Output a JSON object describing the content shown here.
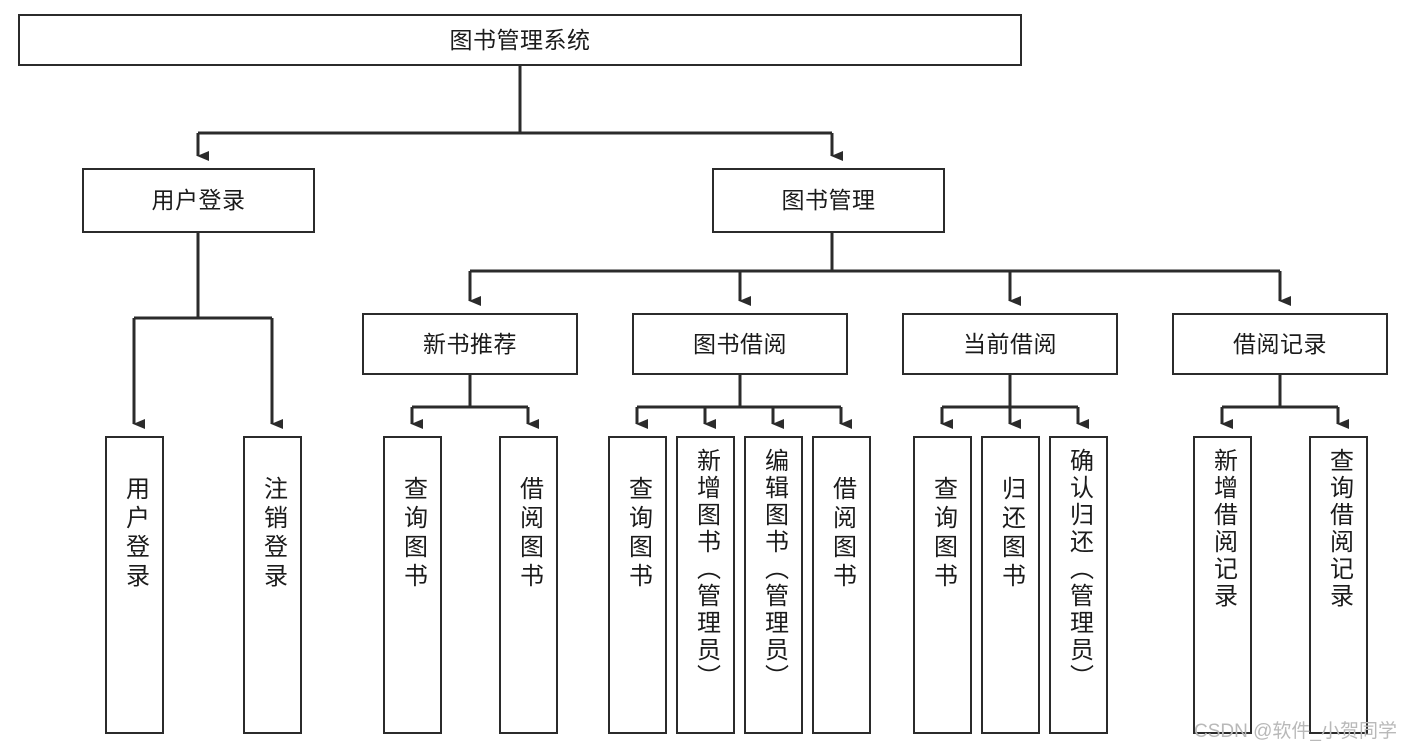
{
  "diagram": {
    "type": "tree-hierarchy-chart",
    "title": "图书管理系统",
    "colors": {
      "box_border": "#2b2b2b",
      "box_fill": "#ffffff",
      "connector": "#2b2b2b",
      "text": "#1b1b1b",
      "watermark": "#b9b9b9",
      "background": "#ffffff"
    },
    "root": {
      "label": "图书管理系统",
      "orientation": "horizontal"
    },
    "level2": [
      {
        "label": "用户登录",
        "orientation": "horizontal"
      },
      {
        "label": "图书管理",
        "orientation": "horizontal"
      }
    ],
    "level3": [
      {
        "label": "新书推荐",
        "orientation": "horizontal"
      },
      {
        "label": "图书借阅",
        "orientation": "horizontal"
      },
      {
        "label": "当前借阅",
        "orientation": "horizontal"
      },
      {
        "label": "借阅记录",
        "orientation": "horizontal"
      }
    ],
    "leaves": {
      "user_login": [
        {
          "label": "用户登录",
          "orientation": "vertical"
        },
        {
          "label": "注销登录",
          "orientation": "vertical"
        }
      ],
      "new_book_recommend": [
        {
          "label": "查询图书",
          "orientation": "vertical"
        },
        {
          "label": "借阅图书",
          "orientation": "vertical"
        }
      ],
      "book_borrow": [
        {
          "label": "查询图书",
          "orientation": "vertical"
        },
        {
          "label": "新增图书（管理员）",
          "orientation": "vertical"
        },
        {
          "label": "编辑图书（管理员）",
          "orientation": "vertical"
        },
        {
          "label": "借阅图书",
          "orientation": "vertical"
        }
      ],
      "current_borrow": [
        {
          "label": "查询图书",
          "orientation": "vertical"
        },
        {
          "label": "归还图书",
          "orientation": "vertical"
        },
        {
          "label": "确认归还（管理员）",
          "orientation": "vertical"
        }
      ],
      "borrow_record": [
        {
          "label": "新增借阅记录",
          "orientation": "vertical"
        },
        {
          "label": "查询借阅记录",
          "orientation": "vertical"
        }
      ]
    },
    "watermark": "CSDN @软件_小贺同学"
  }
}
